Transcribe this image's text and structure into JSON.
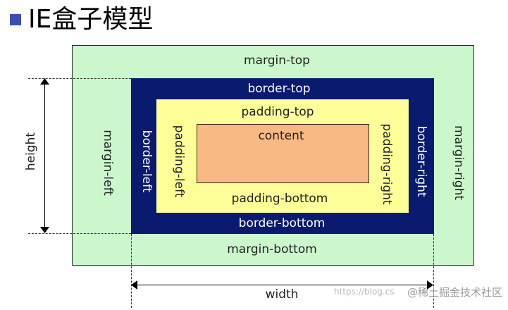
{
  "title": "IE盒子模型",
  "labels": {
    "margin_top": "margin-top",
    "margin_bottom": "margin-bottom",
    "margin_left": "margin-left",
    "margin_right": "margin-right",
    "border_top": "border-top",
    "border_bottom": "border-bottom",
    "border_left": "border-left",
    "border_right": "border-right",
    "padding_top": "padding-top",
    "padding_bottom": "padding-bottom",
    "padding_left": "padding-left",
    "padding_right": "padding-right",
    "content": "content",
    "height": "height",
    "width": "width"
  },
  "watermark": {
    "url_text": "https://blog.cs",
    "brand": "@稀土掘金技术社区"
  },
  "colors": {
    "margin": "#ccf7cc",
    "border": "#0a1a6e",
    "padding": "#ffff99",
    "content": "#f8b985",
    "bullet": "#3a4fb0"
  }
}
